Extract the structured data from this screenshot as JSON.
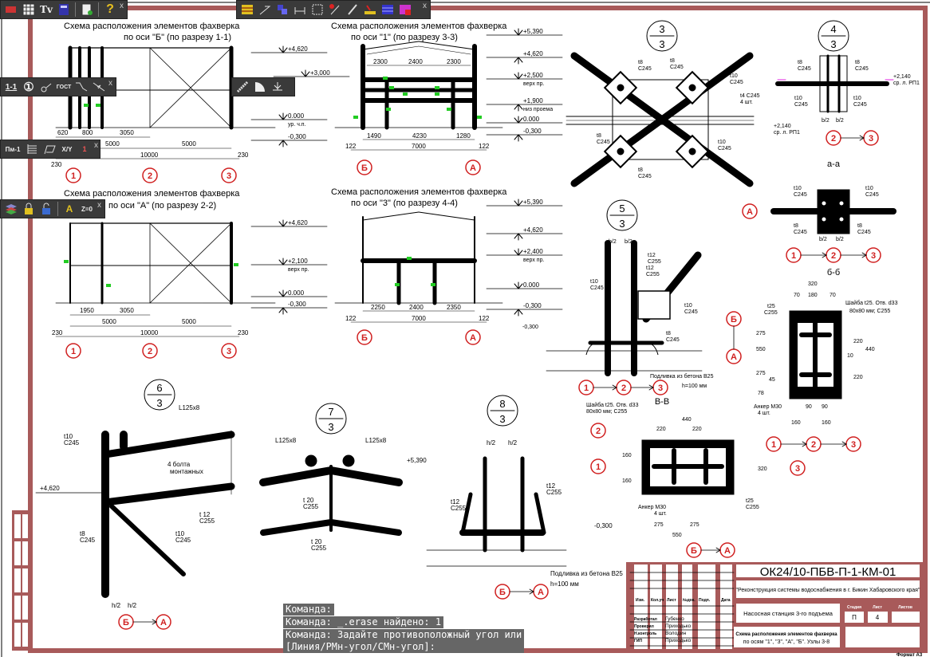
{
  "toolbars": {
    "t1": [
      "cut-icon",
      "grid-icon",
      "text-style-icon",
      "calculator-icon",
      "document-icon",
      "help-icon"
    ],
    "t1_labels": {
      "tv": "Tv",
      "help": "?"
    },
    "t2": [
      "table-icon",
      "leader-icon",
      "blocks-icon",
      "dimension-icon",
      "frame-icon",
      "mark-icon",
      "pen-icon",
      "level-icon",
      "spec-table-icon",
      "color-table-icon"
    ],
    "t3_labels": {
      "section": "1-1",
      "axis": "①",
      "gost": "ГОСТ"
    },
    "t5_labels": {
      "pm": "Пм-1",
      "xy": "X/Y",
      "slope": "1"
    },
    "t6_labels": {
      "z0": "Z=0",
      "a": "A"
    },
    "close": "x"
  },
  "views": {
    "v1": {
      "title1": "Схема расположения элементов фахверка",
      "title2": "по оси \"Б\" (по разрезу 1-1)",
      "levels": [
        "+4,620",
        "+3,000",
        "0.000",
        "ур. ч.п.",
        "-0,300"
      ],
      "dims": [
        "620",
        "800",
        "3050",
        "5000",
        "5000",
        "10000",
        "230",
        "230"
      ],
      "axes": [
        "1",
        "2",
        "3"
      ]
    },
    "v2": {
      "title1": "Схема расположения элементов фахверка",
      "title2": "по оси \"А\" (по разрезу 2-2)",
      "levels": [
        "+4,620",
        "+2,100",
        "верх пр.",
        "0.000",
        "-0,300"
      ],
      "dims": [
        "1950",
        "3050",
        "5000",
        "5000",
        "10000",
        "230",
        "230"
      ],
      "axes": [
        "1",
        "2",
        "3"
      ]
    },
    "v3": {
      "title1": "Схема расположения элементов фахверка",
      "title2": "по оси \"1\" (по разрезу 3-3)",
      "levels": [
        "+5,390",
        "+4,620",
        "+2,500",
        "верх пр.",
        "+1,900",
        "низ проема",
        "0.000",
        "-0,300"
      ],
      "dims": [
        "2300",
        "2400",
        "2300",
        "1490",
        "4230",
        "1280",
        "122",
        "7000",
        "122"
      ],
      "axes": [
        "Б",
        "А"
      ]
    },
    "v4": {
      "title1": "Схема расположения элементов фахверка",
      "title2": "по оси \"3\" (по разрезу 4-4)",
      "levels": [
        "+5,390",
        "+4,620",
        "+2,400",
        "верх пр.",
        "0.000",
        "-0,300"
      ],
      "dims": [
        "2250",
        "2400",
        "2350",
        "122",
        "7000",
        "122"
      ],
      "axes": [
        "Б",
        "А"
      ]
    }
  },
  "nodes": {
    "n3": {
      "num": "3",
      "den": "3",
      "labels": [
        "t8",
        "C245",
        "t8",
        "C245",
        "t10",
        "C245",
        "t4 C245",
        "4 шт.",
        "t8",
        "C245",
        "t8",
        "C245",
        "t10",
        "C245",
        "+2,140",
        "ср. л. РП1"
      ]
    },
    "n4": {
      "num": "4",
      "den": "3",
      "labels": [
        "t8",
        "C245",
        "t8",
        "C245",
        "t10",
        "C245",
        "t10",
        "C245",
        "+2,140",
        "ср. л. РП1",
        "b/2",
        "b/2"
      ],
      "axes": [
        "2",
        "3"
      ]
    },
    "aa": {
      "title": "а-а",
      "labels": [
        "t10",
        "C245",
        "t10",
        "C245",
        "t8",
        "C245",
        "t8",
        "C245",
        "b/2",
        "b/2"
      ],
      "axes": [
        "А",
        "1",
        "2",
        "3"
      ]
    },
    "bb": {
      "title": "б-б",
      "labels": [
        "320",
        "70",
        "180",
        "70",
        "t25",
        "C255",
        "Шайба t25. Отв. d33",
        "80х80 мм; C255",
        "550",
        "275",
        "275",
        "220",
        "220",
        "440",
        "10",
        "45",
        "78",
        "Анкер М30",
        "4 шт.",
        "90",
        "90",
        "160",
        "160"
      ],
      "axes": [
        "Б",
        "А",
        "1",
        "2",
        "3"
      ]
    },
    "n5": {
      "num": "5",
      "den": "3",
      "labels": [
        "b/2",
        "b/2",
        "t12",
        "C255",
        "t10",
        "C245",
        "t12",
        "C255",
        "t10",
        "C245",
        "t8",
        "C245",
        "-0,300",
        "Подливка из бетона В25",
        "h=100 мм"
      ],
      "axes": [
        "1",
        "2",
        "3"
      ]
    },
    "n6": {
      "num": "6",
      "den": "3",
      "labels": [
        "L125х8",
        "t10",
        "C245",
        "4 болта",
        "монтажных",
        "+4,620",
        "t 12",
        "C255",
        "t8",
        "C245",
        "t10",
        "C245",
        "h/2",
        "h/2"
      ],
      "axes": [
        "Б",
        "А"
      ]
    },
    "n7": {
      "num": "7",
      "den": "3",
      "labels": [
        "L125х8",
        "L125х8",
        "+5,390",
        "t 20",
        "C255",
        "t 20",
        "C255"
      ]
    },
    "n8": {
      "num": "8",
      "den": "3",
      "labels": [
        "h/2",
        "h/2",
        "t12",
        "C255",
        "t12",
        "C255",
        "-0,300",
        "Подливка из бетона В25",
        "h=100 мм"
      ],
      "axes": [
        "Б",
        "А"
      ]
    },
    "vv": {
      "title": "В-В",
      "labels": [
        "Шайба t25. Отв. d33",
        "80х80 мм; C255",
        "440",
        "220",
        "220",
        "160",
        "160",
        "320",
        "Анкер М30",
        "4 шт.",
        "275",
        "275",
        "550",
        "t25",
        "C255"
      ],
      "axes": [
        "2",
        "1",
        "3",
        "Б",
        "А"
      ]
    }
  },
  "title_block": {
    "code": "ОК24/10-ПБВ-П-1-КМ-01",
    "project": "\"Реконструкция системы водоснабжения в г. Бикин Хабаровского края\"",
    "object": "Насосная станция 3-го подъема",
    "sheet_title1": "Схема расположения элементов фахверка",
    "sheet_title2": "по осям \"1\", \"3\", \"А\", \"Б\". Узлы 3-8",
    "stage_label": "Стадия",
    "sheet_label": "Лист",
    "sheets_label": "Листов",
    "stage": "П",
    "sheet": "4",
    "cols": [
      "Изм.",
      "Кол.уч",
      "Лист",
      "№док.",
      "Подп.",
      "Дата"
    ],
    "roles": [
      "Разработал",
      "Проверил",
      "Н.контроль",
      "ГИП"
    ],
    "names": [
      "Губенко",
      "Приходько",
      "Володин",
      "Приходько"
    ],
    "format": "Формат А3"
  },
  "command_line": [
    "Команда:",
    "Команда: _.erase найдено: 1",
    "Команда: Задайте противоположный угол или",
    "[Линия/РМн-угол/СМн-угол]:"
  ],
  "colors": {
    "frame": "#a85a5a",
    "axis": "#d02020",
    "toolbar": "#3a3a3a",
    "marker": "#22cc22",
    "command_bg": "#666666"
  }
}
